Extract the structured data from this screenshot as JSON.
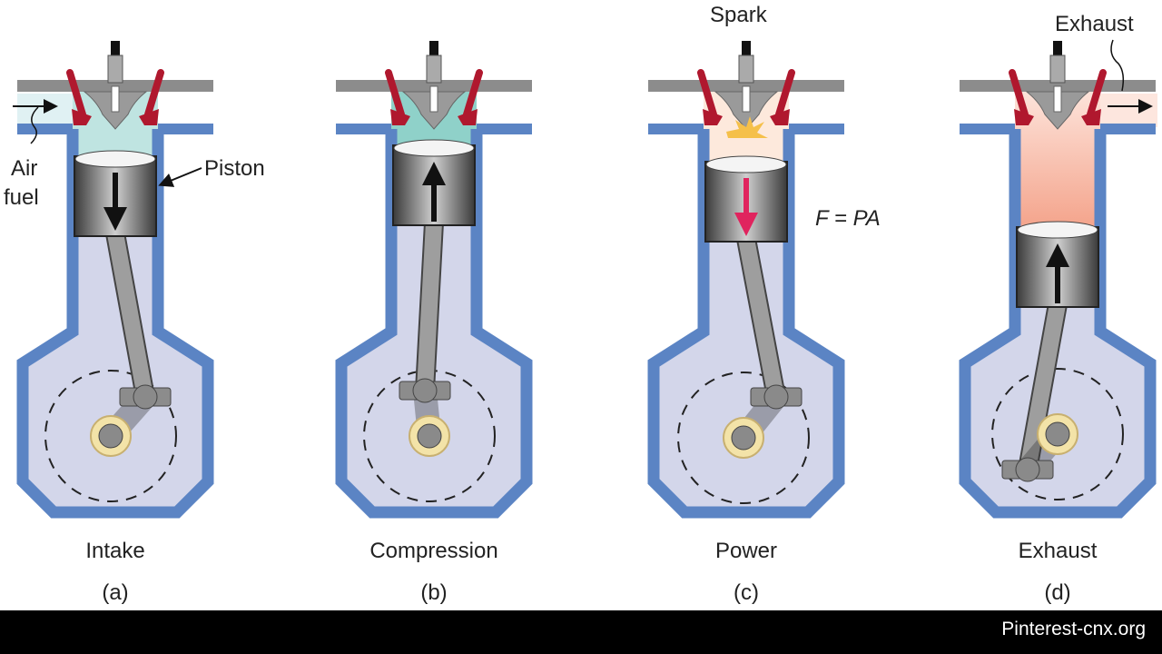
{
  "panels": [
    {
      "stroke": "Intake",
      "letter": "(a)",
      "gas_color": "#bfe4e1",
      "arrow": "down",
      "arrow_color": "#111111"
    },
    {
      "stroke": "Compression",
      "letter": "(b)",
      "gas_color": "#8fd1c9",
      "arrow": "up",
      "arrow_color": "#111111"
    },
    {
      "stroke": "Power",
      "letter": "(c)",
      "gas_color": "#fde9dc",
      "arrow": "down",
      "arrow_color": "#e0245e"
    },
    {
      "stroke": "Exhaust",
      "letter": "(d)",
      "gas_color": "#f7b8a4",
      "arrow": "up",
      "arrow_color": "#111111"
    }
  ],
  "annotations": {
    "air": "Air",
    "fuel": "fuel",
    "piston": "Piston",
    "spark": "Spark",
    "force": "F = PA",
    "exhaust": "Exhaust"
  },
  "colors": {
    "wall": "#5b84c4",
    "interior": "#d3d6ea",
    "valve": "#b0182e",
    "metal": "#8c8c8c"
  },
  "footer": {
    "source": "Pinterest-cnx.org"
  }
}
